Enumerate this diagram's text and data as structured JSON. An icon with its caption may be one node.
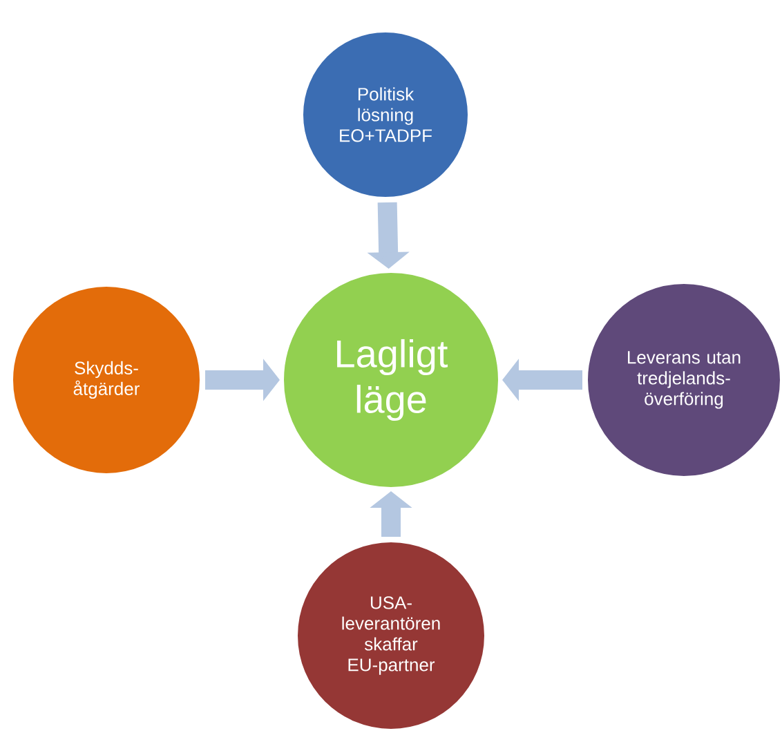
{
  "diagram": {
    "nodes": [
      {
        "text": [
          "Politisk lösning EO+TADPF"
        ]
      },
      {
        "text": [
          "Skydds-åtgärder"
        ]
      },
      {
        "text": [
          "Lagligt läge"
        ]
      },
      {
        "text": [
          "Leverans utan tredjelands-överföring"
        ]
      },
      {
        "text": [
          "USA-leverantören skaffar EU-partner"
        ]
      }
    ],
    "edges": [
      {
        "from": 0,
        "to": 2,
        "arrow": "to"
      },
      {
        "from": 1,
        "to": 2,
        "arrow": "to"
      },
      {
        "from": 3,
        "to": 2,
        "arrow": "to"
      },
      {
        "from": 4,
        "to": 2,
        "arrow": "to"
      }
    ]
  }
}
